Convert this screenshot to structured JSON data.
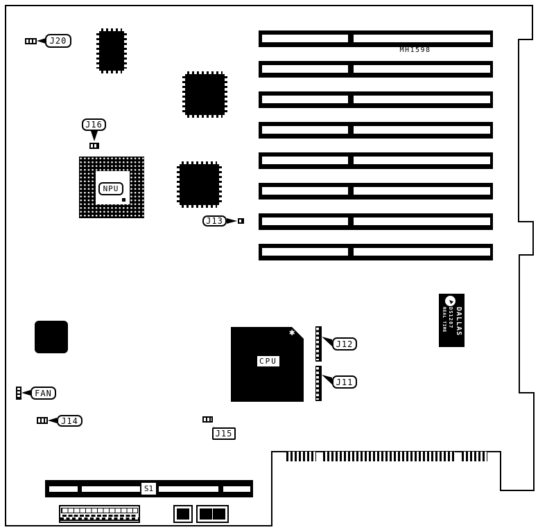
{
  "diagram": {
    "type": "motherboard-layout",
    "board_text": {
      "mh1598": "MH1598"
    },
    "chips": {
      "npu_label": "NPU",
      "cpu_label": "CPU",
      "cpu_pin1_mark": "✱",
      "rtc": {
        "brand": "DALLAS",
        "part": "DS1287",
        "line2": "REAL TIME"
      }
    },
    "callouts": {
      "j20": "J20",
      "j16": "J16",
      "j13": "J13",
      "j12": "J12",
      "j11": "J11",
      "j14": "J14",
      "j15": "J15",
      "fan": "FAN",
      "s1": "S1"
    },
    "slot_count": 8,
    "colors": {
      "ink": "#000000",
      "paper": "#ffffff"
    }
  }
}
